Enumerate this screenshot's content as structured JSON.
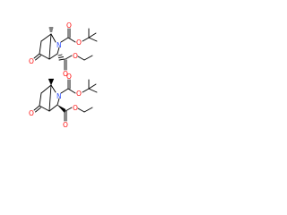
{
  "colors": {
    "bond": "#000000",
    "nitrogen": "#3050F8",
    "oxygen": "#FF0D0D",
    "background": "#FFFFFF"
  },
  "molecules": [
    {
      "atoms": {
        "nitrogen": "N",
        "ketone_oxygen": "O",
        "boc_carbonyl_oxygen": "O",
        "boc_ester_oxygen": "O",
        "ester_carbonyl_oxygen": "O",
        "ester_alkoxy_oxygen": "O"
      }
    },
    {
      "atoms": {
        "nitrogen": "N",
        "ketone_oxygen": "O",
        "boc_carbonyl_oxygen": "O",
        "boc_ester_oxygen": "O",
        "ester_carbonyl_oxygen": "O",
        "ester_alkoxy_oxygen": "O"
      }
    }
  ]
}
